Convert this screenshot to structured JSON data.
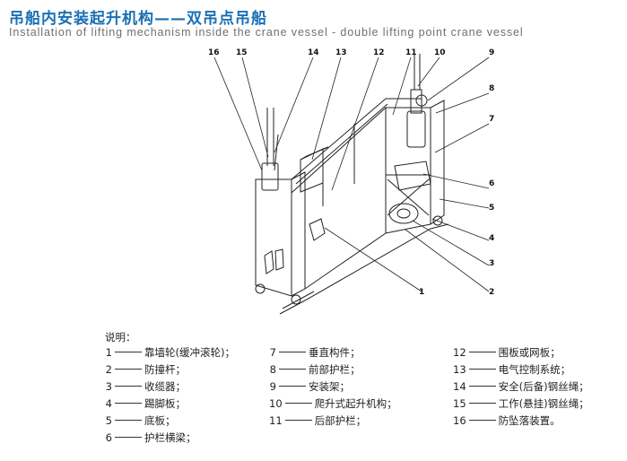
{
  "title_cn": "吊船内安装起升机构——双吊点吊船",
  "title_en": "Installation of lifting mechanism inside the crane vessel - double lifting point crane vessel",
  "callout_numbers": [
    "16",
    "15",
    "14",
    "13",
    "12",
    "11",
    "10",
    "9",
    "8",
    "7",
    "6",
    "5",
    "4",
    "3",
    "2",
    "1"
  ],
  "legend_heading": "说明：",
  "legend": [
    {
      "num": "1",
      "text": "靠墙轮(缓冲滚轮)；"
    },
    {
      "num": "2",
      "text": "防撞杆；"
    },
    {
      "num": "3",
      "text": "收缆器；"
    },
    {
      "num": "4",
      "text": "踢脚板；"
    },
    {
      "num": "5",
      "text": "底板；"
    },
    {
      "num": "6",
      "text": "护栏横梁；"
    },
    {
      "num": "7",
      "text": "垂直构件；"
    },
    {
      "num": "8",
      "text": "前部护栏；"
    },
    {
      "num": "9",
      "text": "安装架；"
    },
    {
      "num": "10",
      "text": "爬升式起升机构；"
    },
    {
      "num": "11",
      "text": "后部护栏；"
    },
    {
      "num": "12",
      "text": "围板或网板；"
    },
    {
      "num": "13",
      "text": "电气控制系统；"
    },
    {
      "num": "14",
      "text": "安全(后备)钢丝绳；"
    },
    {
      "num": "15",
      "text": "工作(悬挂)钢丝绳；"
    },
    {
      "num": "16",
      "text": "防坠落装置。"
    }
  ]
}
